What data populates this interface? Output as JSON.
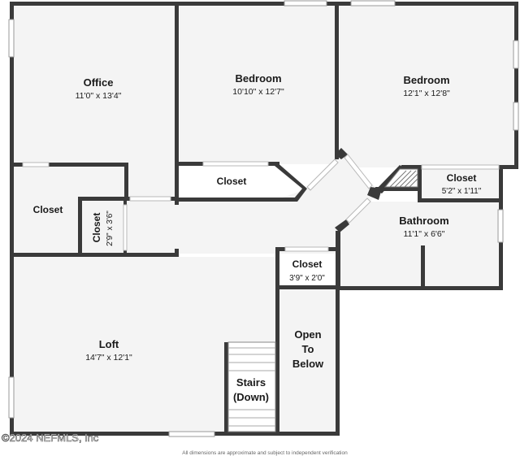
{
  "rooms": {
    "office": {
      "name": "Office",
      "dims": "11'0\" x 13'4\""
    },
    "bedroom1": {
      "name": "Bedroom",
      "dims": "10'10\" x 12'7\""
    },
    "bedroom2": {
      "name": "Bedroom",
      "dims": "12'1\" x 12'8\""
    },
    "closet_center": {
      "name": "Closet"
    },
    "closet_right": {
      "name": "Closet",
      "dims": "5'2\" x 1'11\""
    },
    "closet_left": {
      "name": "Closet"
    },
    "closet_vertical": {
      "name": "Closet",
      "dims": "2'9\" x 3'6\""
    },
    "bathroom": {
      "name": "Bathroom",
      "dims": "11'1\" x 6'6\""
    },
    "closet_small": {
      "name": "Closet",
      "dims": "3'9\" x 2'0\""
    },
    "loft": {
      "name": "Loft",
      "dims": "14'7\" x 12'1\""
    },
    "open_to_below": {
      "line1": "Open",
      "line2": "To",
      "line3": "Below"
    },
    "stairs": {
      "line1": "Stairs",
      "line2": "(Down)"
    }
  },
  "watermark": "©2024 NEFMLS, Inc",
  "footer": "All dimensions are approximate and subject to independent verification"
}
